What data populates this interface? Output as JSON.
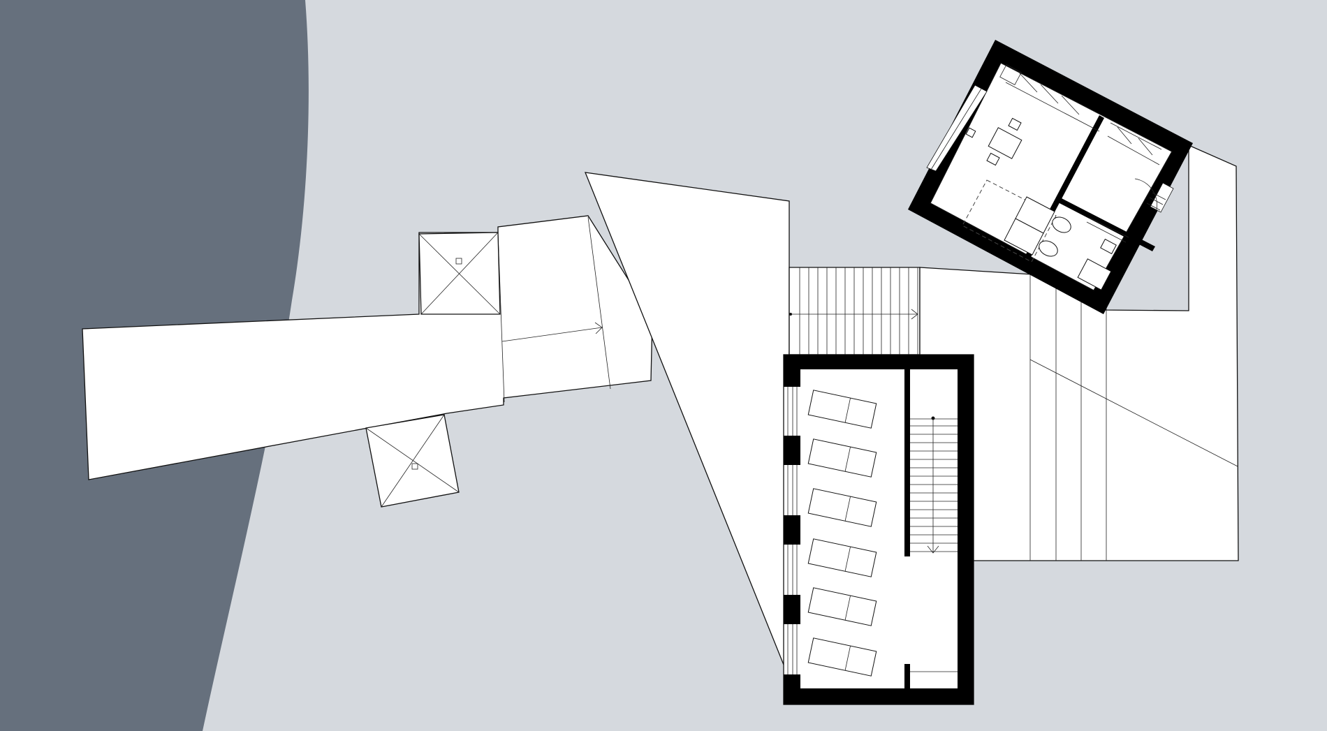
{
  "drawing": {
    "type": "architectural floor plan",
    "colors": {
      "background": "#d5d9de",
      "water": "#66707d",
      "floor": "#ffffff",
      "walls": "#000000",
      "lines": "#111111"
    }
  },
  "elements": {
    "water": "lake-area",
    "pier": "pier-deck",
    "pavilions": [
      "pavilion-roof-north",
      "pavilion-roof-south"
    ],
    "wedge": "triangular-ramp",
    "stairs": [
      "entry-stair",
      "east-terrace-steps",
      "interior-stair"
    ],
    "buildings": [
      "sauna-building",
      "guest-cabin"
    ]
  }
}
